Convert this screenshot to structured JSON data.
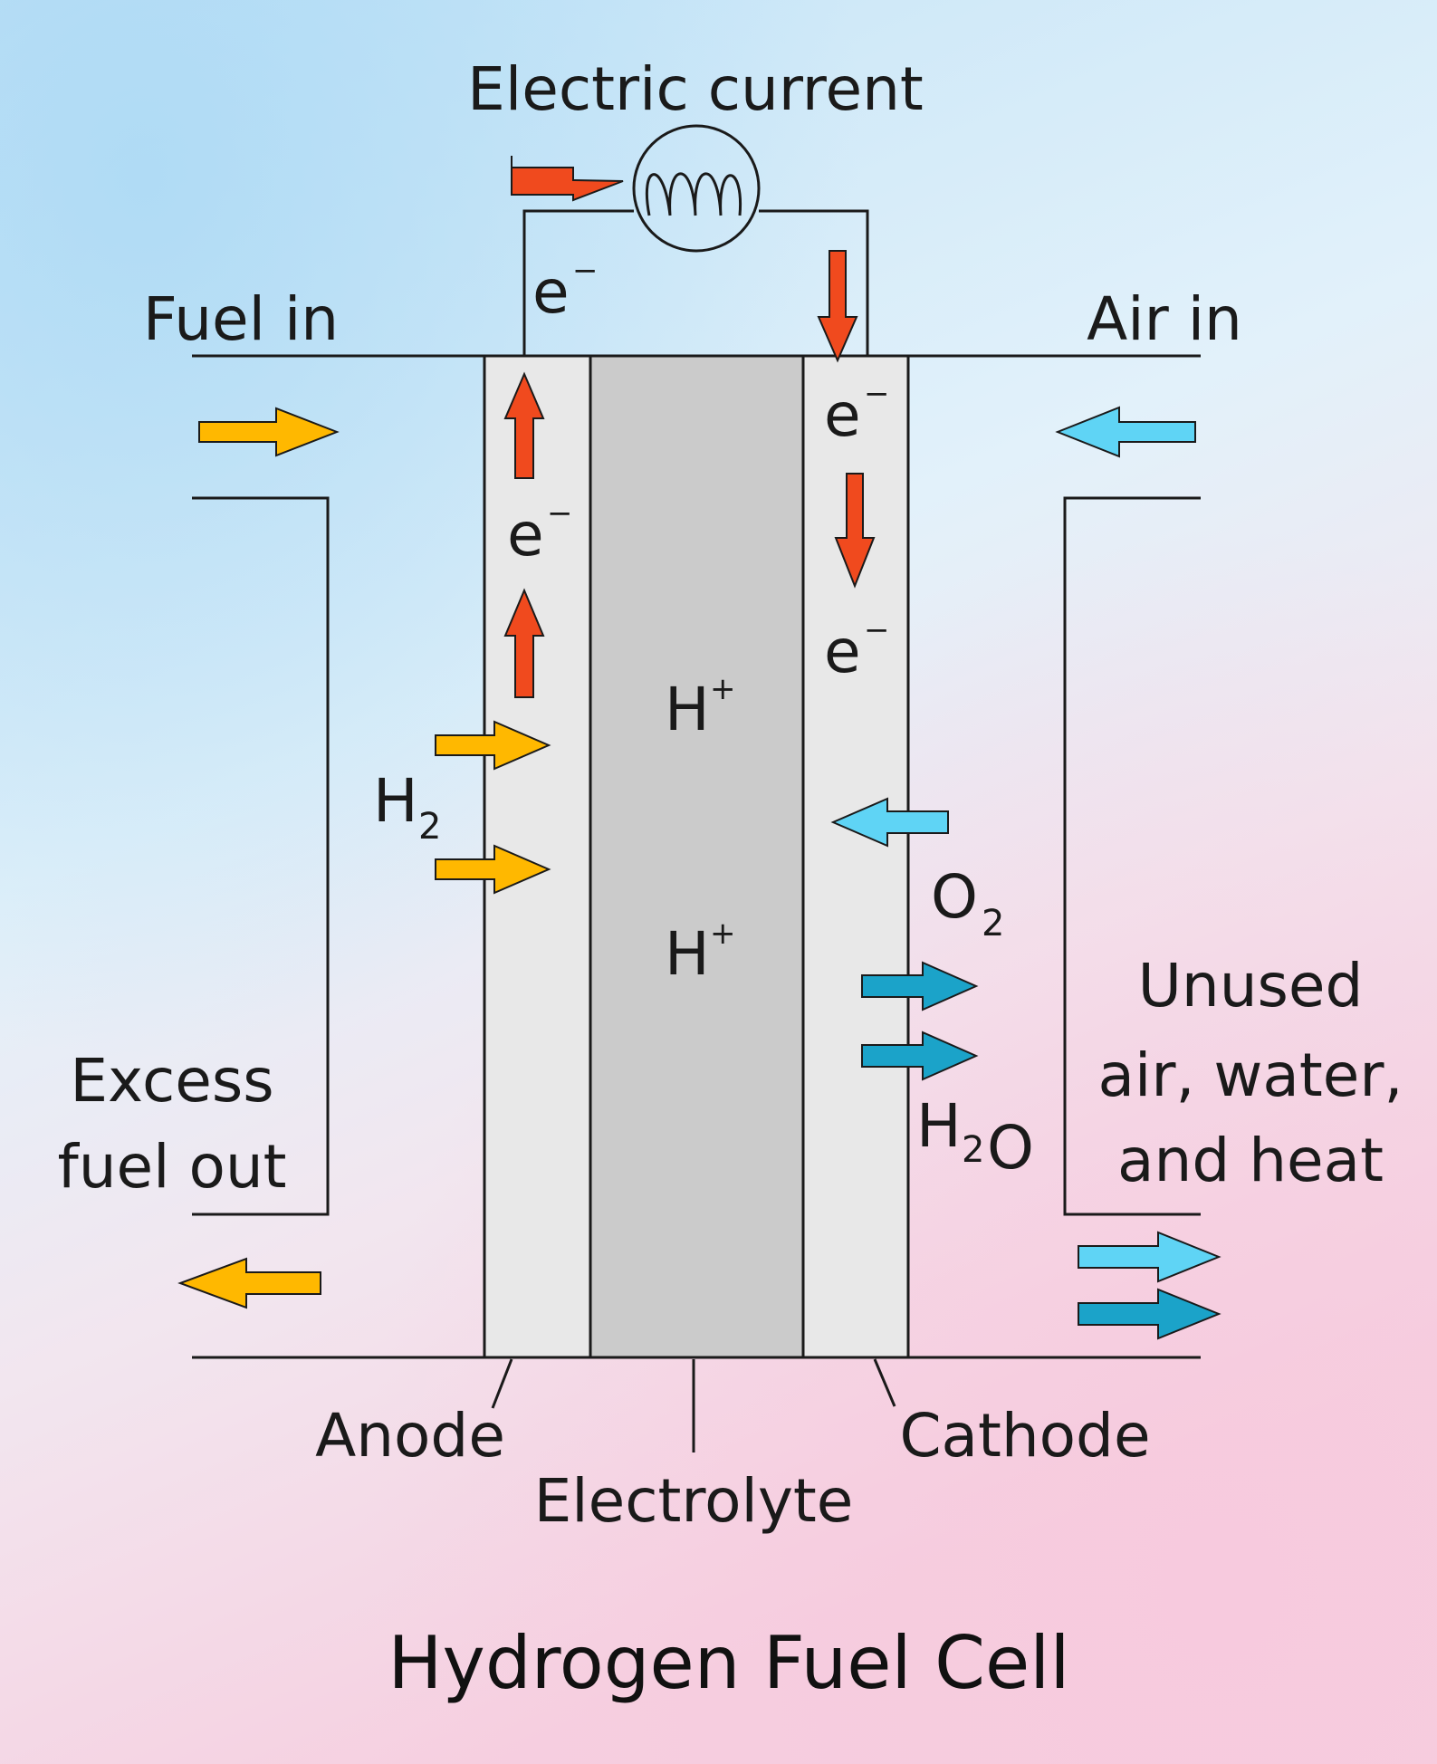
{
  "labels": {
    "electric_current": "Electric current",
    "fuel_in": "Fuel in",
    "air_in": "Air in",
    "excess_fuel_out_line1": "Excess",
    "excess_fuel_out_line2": "fuel out",
    "unused_line1": "Unused",
    "unused_line2": "air, water,",
    "unused_line3": "and heat",
    "anode": "Anode",
    "electrolyte": "Electrolyte",
    "cathode": "Cathode",
    "caption": "Hydrogen Fuel Cell"
  },
  "species": {
    "electron": "e",
    "electron_charge": "−",
    "proton": "H",
    "proton_charge": "+",
    "hydrogen": "H",
    "hydrogen_sub": "2",
    "oxygen": "O",
    "oxygen_sub": "2",
    "water_h": "H",
    "water_sub": "2",
    "water_o": "O"
  },
  "colors": {
    "electron_arrow": "#f04a1e",
    "fuel_arrow": "#ffb800",
    "air_arrow": "#5fd4f5",
    "water_arrow": "#1ba3c9",
    "electrode_fill": "#e8e8e8",
    "electrolyte_fill": "#cbcbcb",
    "line": "#1a1a1a"
  }
}
